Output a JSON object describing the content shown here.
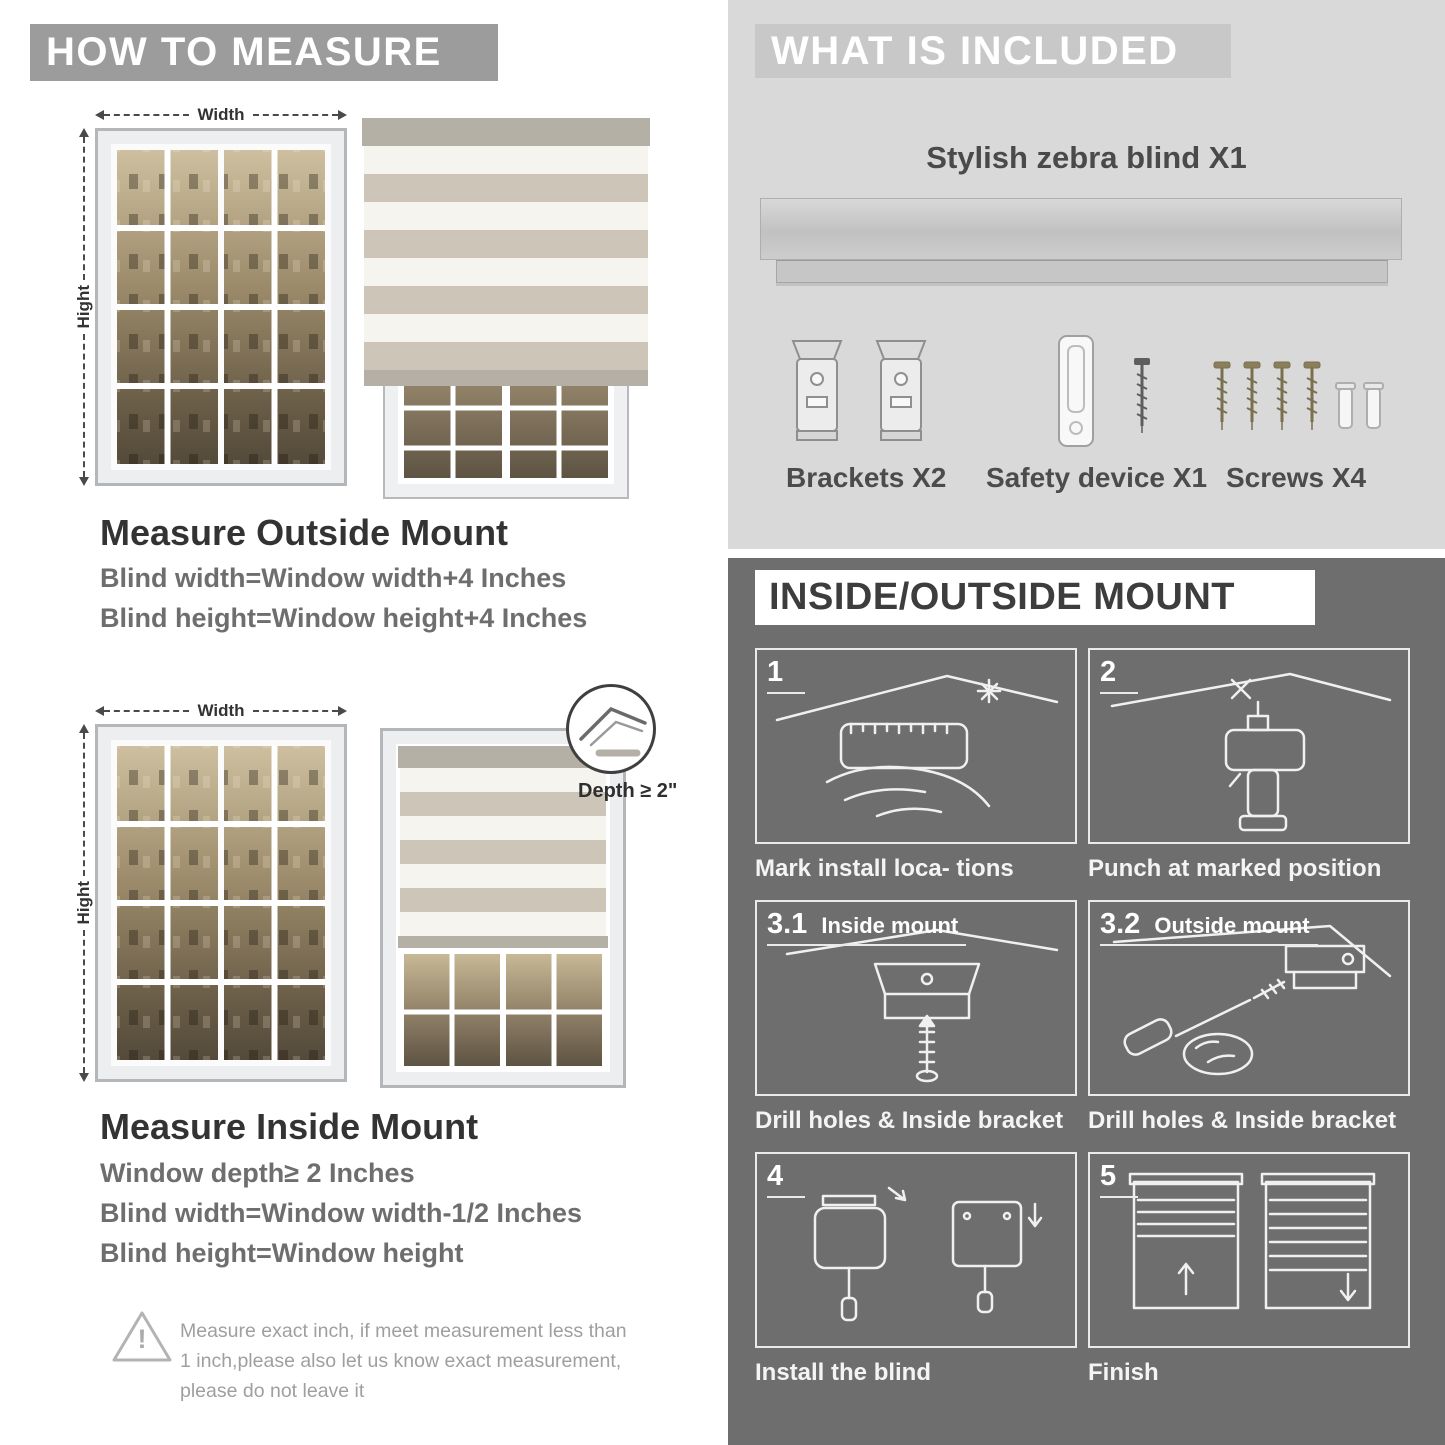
{
  "colors": {
    "left_header_bg": "#9c9c9c",
    "included_bg": "#d9d9d9",
    "included_header_bg": "#c8c8c8",
    "mount_bg": "#6e6e6e"
  },
  "left": {
    "header": "HOW TO MEASURE",
    "outside": {
      "width_label": "Width",
      "height_label": "Hight",
      "title": "Measure Outside Mount",
      "line1": "Blind width=Window width+4 Inches",
      "line2": "Blind height=Window height+4 Inches"
    },
    "inside": {
      "width_label": "Width",
      "height_label": "Hight",
      "depth_label": "Depth ≥ 2\"",
      "title": "Measure Inside Mount",
      "line1": "Window depth≥ 2 Inches",
      "line2": "Blind width=Window width-1/2 Inches",
      "line3": "Blind height=Window height"
    },
    "warning": {
      "mark": "!",
      "text": "Measure exact inch, if meet measurement less than 1 inch,please also let us know exact measurement, please do not leave it"
    }
  },
  "included": {
    "header": "WHAT IS INCLUDED",
    "blind_label": "Stylish zebra blind X1",
    "parts": [
      {
        "label": "Brackets X2"
      },
      {
        "label": "Safety device X1"
      },
      {
        "label": "Screws X4"
      }
    ]
  },
  "mount": {
    "header": "INSIDE/OUTSIDE MOUNT",
    "steps": [
      {
        "num": "1",
        "title": "",
        "caption": "Mark install loca- tions"
      },
      {
        "num": "2",
        "title": "",
        "caption": "Punch at  marked position"
      },
      {
        "num": "3.1",
        "title": "Inside mount",
        "caption": "Drill holes &  Inside bracket"
      },
      {
        "num": "3.2",
        "title": "Outside mount",
        "caption": "Drill holes &  Inside bracket"
      },
      {
        "num": "4",
        "title": "",
        "caption": "Install the blind"
      },
      {
        "num": "5",
        "title": "",
        "caption": "Finish"
      }
    ]
  }
}
